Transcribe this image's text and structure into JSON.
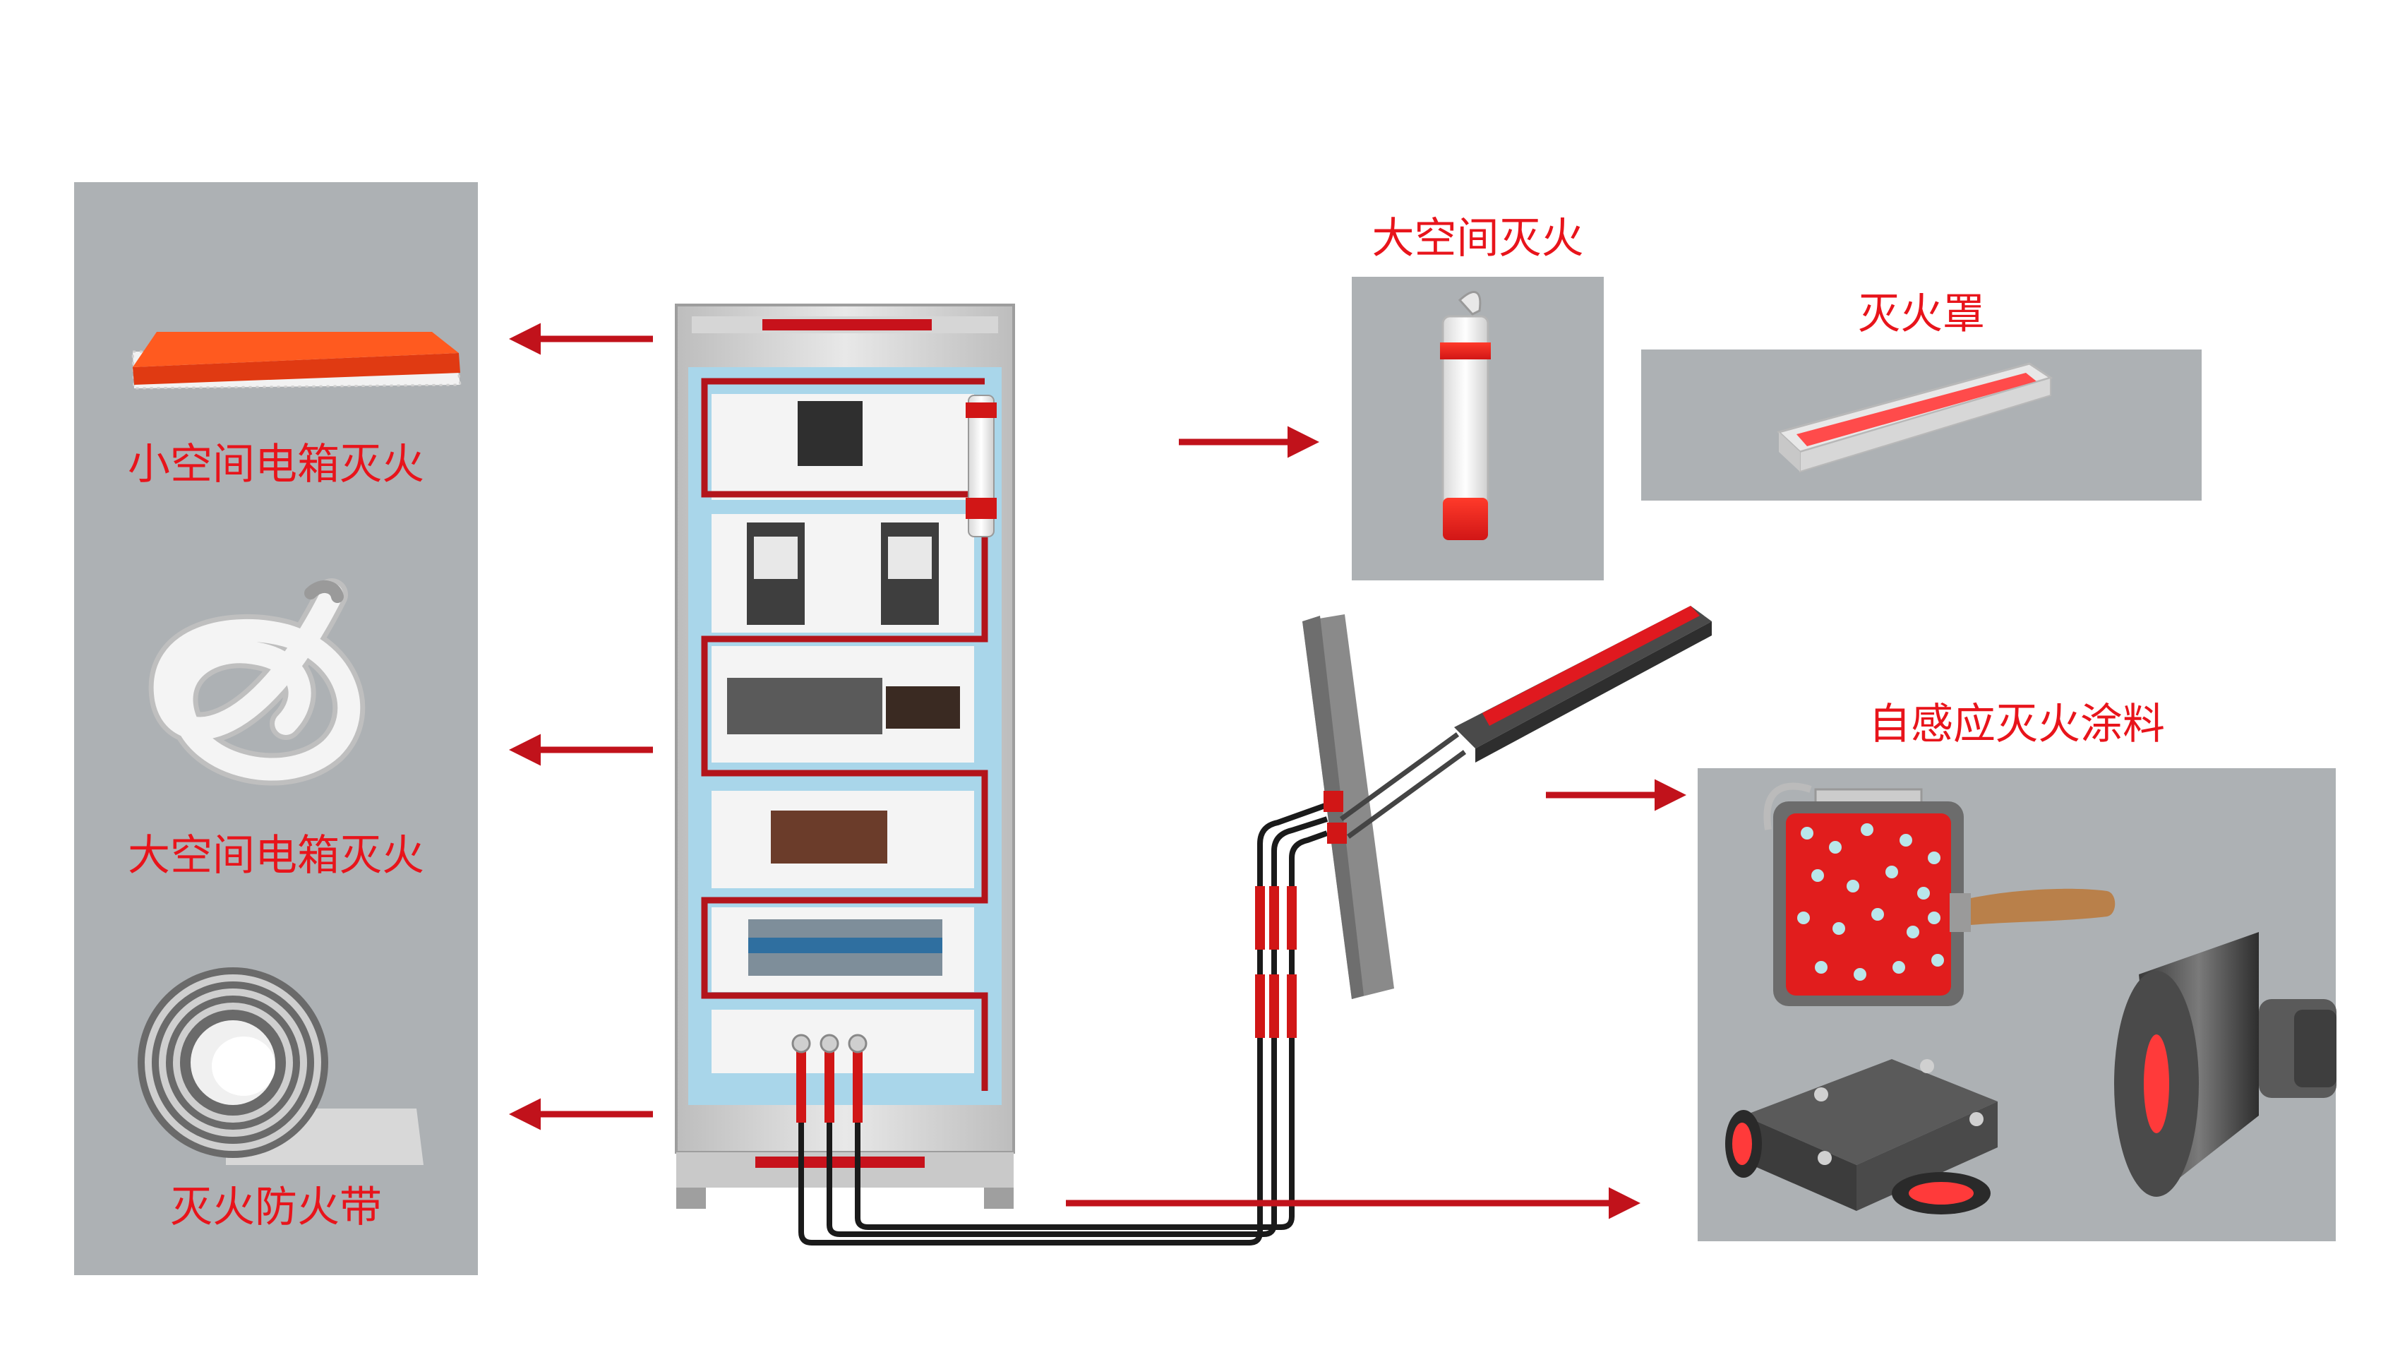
{
  "colors": {
    "accent_red": "#e8141b",
    "arrow_red": "#c1121b",
    "panel_gray": "#adb1b4",
    "cabinet_blue": "#a9d6ea"
  },
  "left_panel": {
    "items": [
      {
        "label": "小空间电箱灭火",
        "icon": "fire-blanket-pad-icon"
      },
      {
        "label": "大空间电箱灭火",
        "icon": "coiled-tube-icon"
      },
      {
        "label": "灭火防火带",
        "icon": "tape-roll-icon"
      }
    ]
  },
  "top_right": {
    "large_space": {
      "label": "大空间灭火",
      "icon": "extinguisher-tube-icon"
    },
    "hood": {
      "label": "灭火罩",
      "icon": "cable-tray-hood-icon"
    }
  },
  "coating": {
    "label": "自感应灭火涂料",
    "icons": [
      "paint-bucket-icon",
      "cable-joint-box-icon",
      "cylinder-device-icon"
    ]
  }
}
